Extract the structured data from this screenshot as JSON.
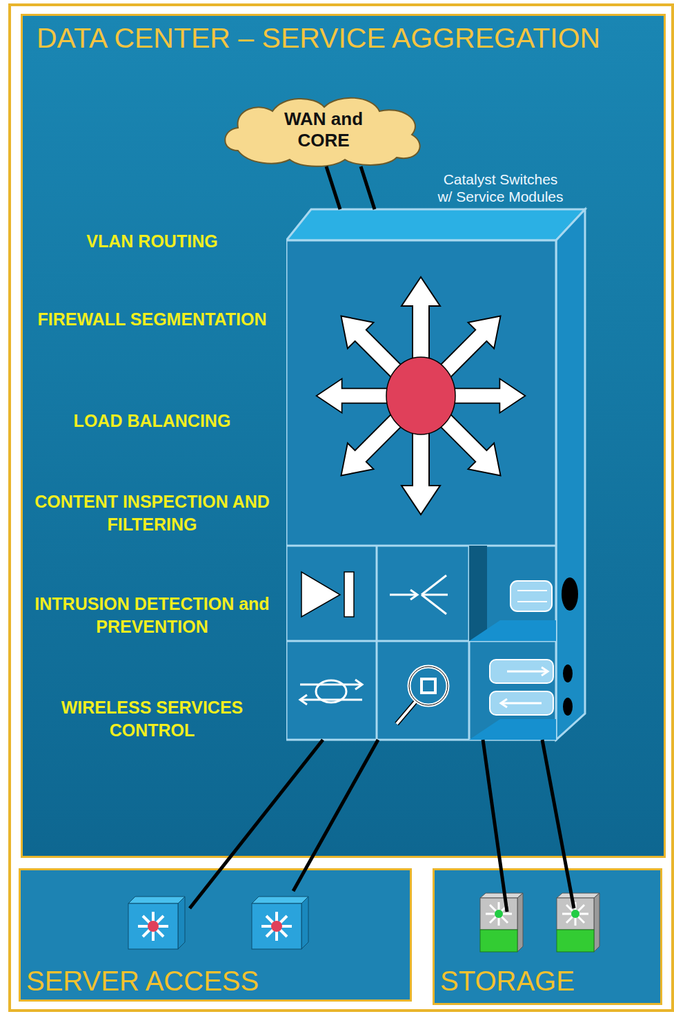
{
  "diagram": {
    "nodes": [
      {
        "text": [
          "DATA CENTER – SERVICE AGGREGATION"
        ]
      },
      {
        "text": [
          "WAN and CORE"
        ],
        "in": 0
      },
      {
        "text": [
          "Catalyst Switches w/ Service Modules"
        ],
        "in": 0
      },
      {
        "text": [
          "SERVER ACCESS"
        ]
      },
      {
        "text": [
          "STORAGE"
        ]
      }
    ],
    "edges": [
      {
        "from": 1,
        "to": 2,
        "arrow": "none"
      },
      {
        "from": 1,
        "to": 2,
        "arrow": "none"
      },
      {
        "from": 2,
        "to": 3,
        "arrow": "none"
      },
      {
        "from": 2,
        "to": 3,
        "arrow": "none"
      },
      {
        "from": 2,
        "to": 4,
        "arrow": "none"
      },
      {
        "from": 2,
        "to": 4,
        "arrow": "none"
      }
    ],
    "labels": [
      "VLAN ROUTING",
      "FIREWALL SEGMENTATION",
      "LOAD BALANCING",
      "CONTENT INSPECTION AND FILTERING",
      "INTRUSION DETECTION and PREVENTION",
      "WIRELESS SERVICES CONTROL"
    ]
  }
}
